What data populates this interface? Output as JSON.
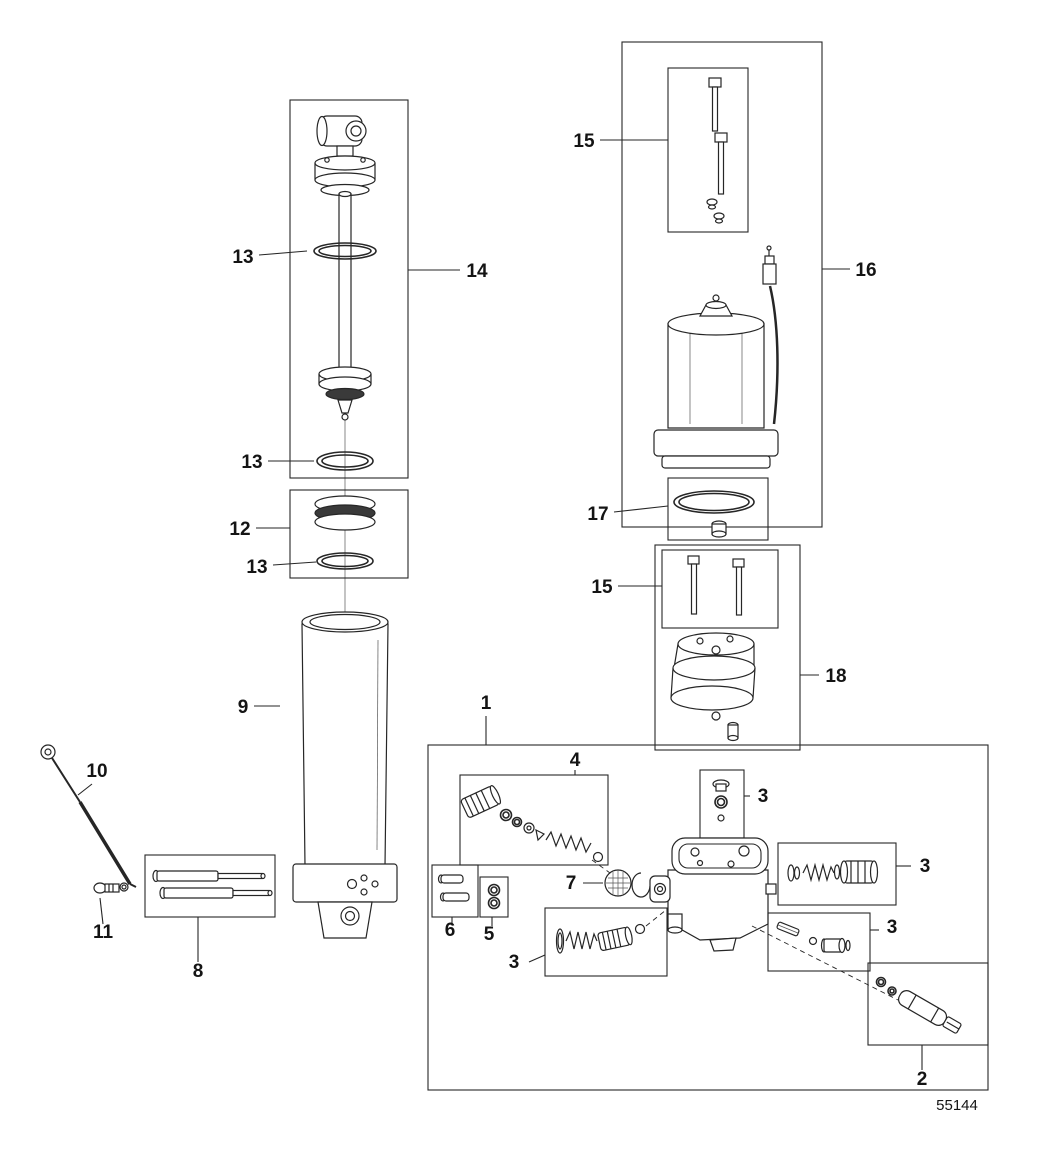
{
  "figure_number": "55144",
  "callouts": [
    {
      "label": "15"
    },
    {
      "label": "16"
    },
    {
      "label": "13"
    },
    {
      "label": "14"
    },
    {
      "label": "13"
    },
    {
      "label": "12"
    },
    {
      "label": "13"
    },
    {
      "label": "17"
    },
    {
      "label": "15"
    },
    {
      "label": "18"
    },
    {
      "label": "9"
    },
    {
      "label": "1"
    },
    {
      "label": "4"
    },
    {
      "label": "3"
    },
    {
      "label": "10"
    },
    {
      "label": "7"
    },
    {
      "label": "3"
    },
    {
      "label": "6"
    },
    {
      "label": "5"
    },
    {
      "label": "11"
    },
    {
      "label": "3"
    },
    {
      "label": "3"
    },
    {
      "label": "8"
    },
    {
      "label": "2"
    }
  ]
}
